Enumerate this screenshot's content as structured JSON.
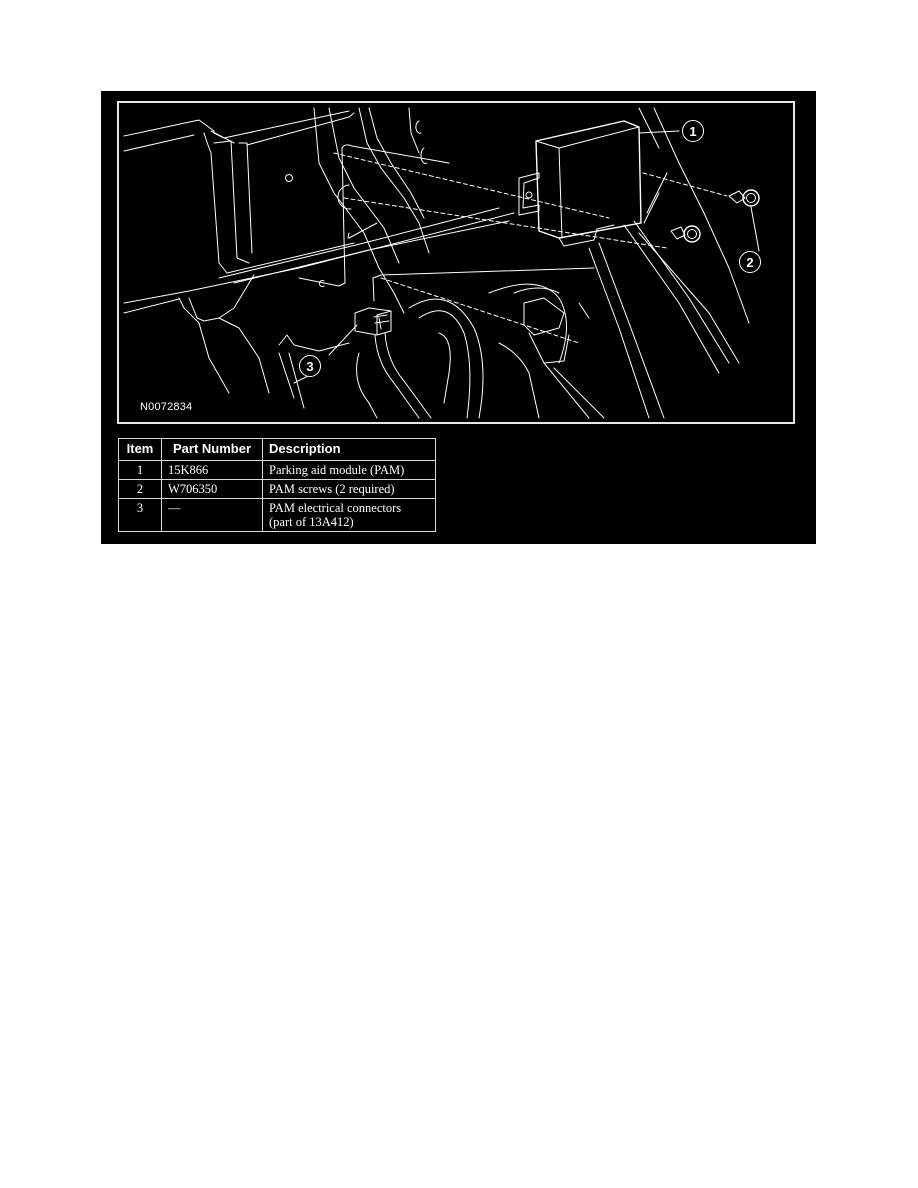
{
  "figure": {
    "id": "N0072834",
    "callouts": [
      {
        "number": "1",
        "target": "Parking aid module (PAM)"
      },
      {
        "number": "2",
        "target": "PAM screws"
      },
      {
        "number": "3",
        "target": "PAM electrical connectors"
      }
    ]
  },
  "table": {
    "headers": {
      "item": "Item",
      "part_number": "Part Number",
      "description": "Description"
    },
    "rows": [
      {
        "item": "1",
        "part_number": "15K866",
        "description": [
          "Parking aid module (PAM)"
        ]
      },
      {
        "item": "2",
        "part_number": "W706350",
        "description": [
          "PAM screws (2 required)"
        ]
      },
      {
        "item": "3",
        "part_number": "—",
        "description": [
          "PAM electrical connectors",
          "(part of 13A412)"
        ]
      }
    ]
  },
  "colors": {
    "panel_background": "#000000",
    "line_art": "#ffffff",
    "page_background": "#ffffff"
  }
}
